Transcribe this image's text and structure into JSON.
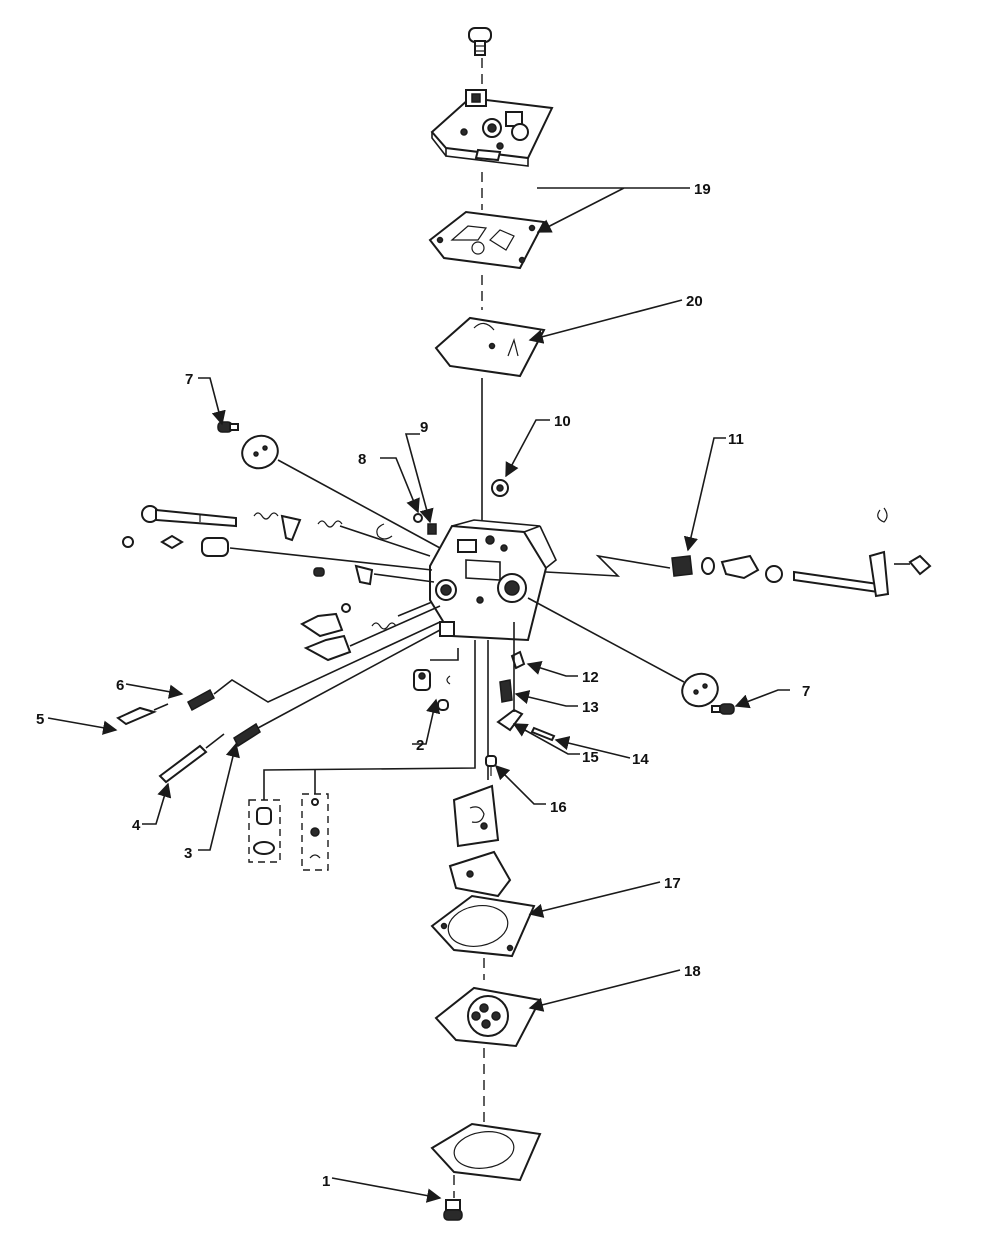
{
  "diagram": {
    "callouts": [
      {
        "id": "1",
        "text": "1"
      },
      {
        "id": "2",
        "text": "2"
      },
      {
        "id": "3",
        "text": "3"
      },
      {
        "id": "4",
        "text": "4"
      },
      {
        "id": "5",
        "text": "5"
      },
      {
        "id": "6",
        "text": "6"
      },
      {
        "id": "7a",
        "text": "7"
      },
      {
        "id": "7b",
        "text": "7"
      },
      {
        "id": "8",
        "text": "8"
      },
      {
        "id": "9",
        "text": "9"
      },
      {
        "id": "10",
        "text": "10"
      },
      {
        "id": "11",
        "text": "11"
      },
      {
        "id": "12",
        "text": "12"
      },
      {
        "id": "13",
        "text": "13"
      },
      {
        "id": "14",
        "text": "14"
      },
      {
        "id": "15",
        "text": "15"
      },
      {
        "id": "16",
        "text": "16"
      },
      {
        "id": "17",
        "text": "17"
      },
      {
        "id": "18",
        "text": "18"
      },
      {
        "id": "19",
        "text": "19"
      },
      {
        "id": "20",
        "text": "20"
      }
    ]
  }
}
